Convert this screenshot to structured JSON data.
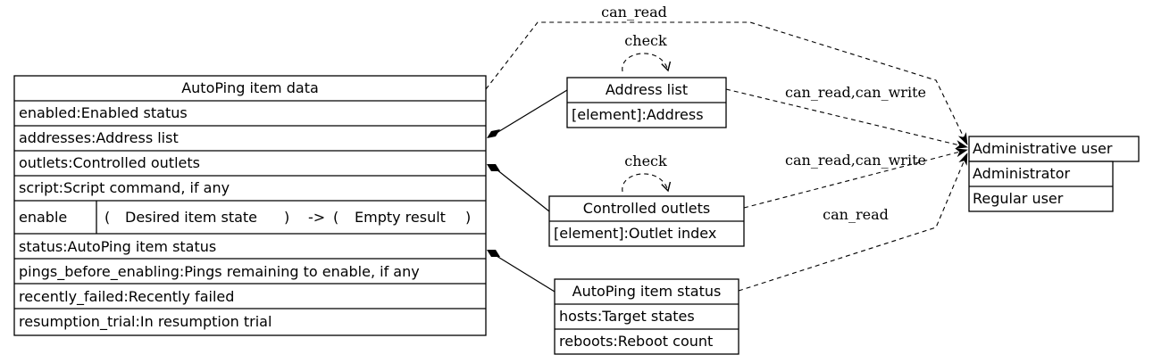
{
  "classes": {
    "autoping_item_data": {
      "title": "AutoPing item data",
      "rows": [
        "enabled:Enabled status",
        "addresses:Address list",
        "outlets:Controlled outlets",
        "script:Script command, if any"
      ],
      "method": {
        "name": "enable",
        "open1": "(",
        "param": "Desired item state",
        "close1": ")",
        "arrow": "->",
        "open2": "(",
        "result": "Empty result",
        "close2": ")"
      },
      "rows_after": [
        "status:AutoPing item status",
        "pings_before_enabling:Pings remaining to enable, if any",
        "recently_failed:Recently failed",
        "resumption_trial:In resumption trial"
      ]
    },
    "address_list": {
      "title": "Address list",
      "rows": [
        "[element]:Address"
      ]
    },
    "controlled_outlets": {
      "title": "Controlled outlets",
      "rows": [
        "[element]:Outlet index"
      ]
    },
    "autoping_item_status": {
      "title": "AutoPing item status",
      "rows": [
        "hosts:Target states",
        "reboots:Reboot count"
      ]
    },
    "administrative_user": {
      "title": "Administrative user",
      "rows": [
        "Administrator",
        "Regular user"
      ]
    }
  },
  "edge_labels": {
    "top_can_read": "can_read",
    "check_address": "check",
    "address_rw": "can_read,can_write",
    "check_outlets": "check",
    "outlets_rw": "can_read,can_write",
    "status_read": "can_read"
  }
}
